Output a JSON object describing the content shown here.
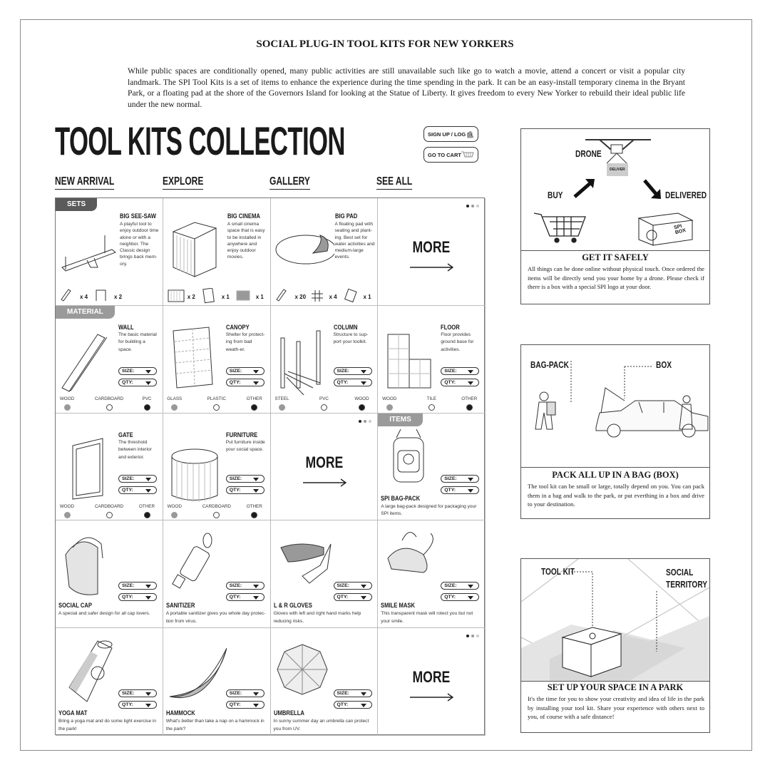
{
  "header": {
    "title": "SOCIAL PLUG-IN TOOL KITS FOR NEW YORKERS",
    "intro": "While public spaces are conditionally opened, many public activities are still unavailable such like go to watch a movie, attend a concert or visit a popular city landmark. The SPI Tool Kits is a set of items to enhance the experience during the time spending in the park. It can be an easy-install temporary cinema in the Bryant Park, or a floating pad at the shore of the Governors Island for looking at the Statue of Liberty. It gives freedom to every New Yorker to rebuild their ideal public life under the new normal."
  },
  "collection": {
    "title": "TOOL KITS COLLECTION",
    "signup": "SIGN UP / LOG IN",
    "cart": "GO TO CART",
    "nav": [
      "NEW ARRIVAL",
      "EXPLORE",
      "GALLERY",
      "SEE ALL"
    ]
  },
  "size_label": "SIZE:",
  "qty_label": "QTY:",
  "grid": [
    {
      "type": "set",
      "tag": "SETS",
      "title": "BIG SEE-SAW",
      "desc": "A playful tool to enjoy outdoor time alone or with a neighbor. The Classic design brings back mem-ory.",
      "img": "seesaw",
      "parts": [
        {
          "icon": "plank",
          "count": "x 4"
        },
        {
          "icon": "frame",
          "count": "x 2"
        }
      ]
    },
    {
      "type": "set",
      "title": "BIG CINEMA",
      "desc": "A small cinema space that is easy to be installed in anywhere and enjoy outdoor movies.",
      "img": "cinema",
      "parts": [
        {
          "icon": "curtain",
          "count": "x 2"
        },
        {
          "icon": "canopy",
          "count": "x 1"
        },
        {
          "icon": "screen",
          "count": "x 1"
        }
      ]
    },
    {
      "type": "set",
      "title": "BIG PAD",
      "desc": "A floating pad with seating and plant-ing. Best set for water activities and medium-large events.",
      "img": "pad",
      "parts": [
        {
          "icon": "plank",
          "count": "x 20"
        },
        {
          "icon": "joint",
          "count": "x 4"
        },
        {
          "icon": "mat",
          "count": "x 1"
        }
      ]
    },
    {
      "type": "more",
      "label": "MORE"
    },
    {
      "type": "material",
      "tag": "MATERIAL",
      "title": "WALL",
      "desc": "The basic material for building a space.",
      "img": "wall",
      "options": [
        {
          "label": "WOOD",
          "fill": "#999999"
        },
        {
          "label": "CARDBOARD",
          "fill": "#ffffff"
        },
        {
          "label": "PVC",
          "fill": "#1a1a1a"
        }
      ]
    },
    {
      "type": "material",
      "title": "CANOPY",
      "desc": "Shelter for protect-ing from bad weath-er.",
      "img": "canopy",
      "options": [
        {
          "label": "GLASS",
          "fill": "#999999"
        },
        {
          "label": "PLASTIC",
          "fill": "#ffffff"
        },
        {
          "label": "OTHER",
          "fill": "#1a1a1a"
        }
      ]
    },
    {
      "type": "material",
      "title": "COLUMN",
      "desc": "Structure to sup-port your toolkit.",
      "img": "column",
      "options": [
        {
          "label": "STEEL",
          "fill": "#999999"
        },
        {
          "label": "PVC",
          "fill": "#ffffff"
        },
        {
          "label": "WOOD",
          "fill": "#1a1a1a"
        }
      ]
    },
    {
      "type": "material",
      "title": "FLOOR",
      "desc": "Floor provides ground base for activities.",
      "img": "floor",
      "options": [
        {
          "label": "WOOD",
          "fill": "#999999"
        },
        {
          "label": "TILE",
          "fill": "#ffffff"
        },
        {
          "label": "OTHER",
          "fill": "#1a1a1a"
        }
      ]
    },
    {
      "type": "material",
      "title": "GATE",
      "desc": "The threshold between interior and exterior.",
      "img": "gate",
      "options": [
        {
          "label": "WOOD",
          "fill": "#999999"
        },
        {
          "label": "CARDBOARD",
          "fill": "#ffffff"
        },
        {
          "label": "OTHER",
          "fill": "#1a1a1a"
        }
      ]
    },
    {
      "type": "material",
      "title": "FURNITURE",
      "desc": "Put furniture inside your social space.",
      "img": "furniture",
      "options": [
        {
          "label": "WOOD",
          "fill": "#999999"
        },
        {
          "label": "CARDBOARD",
          "fill": "#ffffff"
        },
        {
          "label": "OTHER",
          "fill": "#1a1a1a"
        }
      ]
    },
    {
      "type": "more",
      "label": "MORE"
    },
    {
      "type": "item",
      "tag": "ITEMS",
      "title": "SPI BAG-PACK",
      "desc": "A large bag-pack designed for packaging your SPI items.",
      "img": "bagpack"
    },
    {
      "type": "item",
      "title": "SOCIAL CAP",
      "desc": "A special and safer design for all cap lovers.",
      "img": "cap"
    },
    {
      "type": "item",
      "title": "SANITIZER",
      "desc": "A portable sanitizer gives you whole day protec-tion from virus.",
      "img": "sanitizer"
    },
    {
      "type": "item",
      "title": "L & R GLOVES",
      "desc": "Gloves with left and right hand marks help reducing risks.",
      "img": "gloves"
    },
    {
      "type": "item",
      "title": "SMILE MASK",
      "desc": "This transparent mask will rotect you but not your smile.",
      "img": "mask"
    },
    {
      "type": "item",
      "title": "YOGA MAT",
      "desc": "Bring a yoga mat and do some light exercise in the park!",
      "img": "yoga"
    },
    {
      "type": "item",
      "title": "HAMMOCK",
      "desc": "What's better than take a nap on a hammock in the park?",
      "img": "hammock"
    },
    {
      "type": "item",
      "title": "UMBRELLA",
      "desc": "In sunny summer day an umbrella can protect you from UV.",
      "img": "umbrella"
    },
    {
      "type": "more",
      "label": "MORE"
    }
  ],
  "panels": {
    "delivery": {
      "drone": "DRONE",
      "buy": "BUY",
      "delivered": "DELIVERED",
      "package": "DELIVER",
      "box": "SPI BOX",
      "heading": "GET IT SAFELY",
      "text": "All things can be done online without physical touch. Once ordered the items will be directly send you your home by a drone. Please check if there is a box with a special SPI logo at your door."
    },
    "pack": {
      "bag": "BAG-PACK",
      "box": "BOX",
      "heading": "PACK ALL UP IN A BAG (BOX)",
      "text": "The tool kit can be small or large, totally depend on you. You can pack them in a bag and walk to the park, or put everthing in a box and drive to your destination."
    },
    "setup": {
      "toolkit": "TOOL KIT",
      "territory": "SOCIAL TERRITORY",
      "heading": "SET UP YOUR SPACE IN A PARK",
      "text": "It's the time for you to show your creativity and idea of life in the park by installing your tool kit. Share your experience with others next to you, of course with a safe distance!"
    }
  }
}
